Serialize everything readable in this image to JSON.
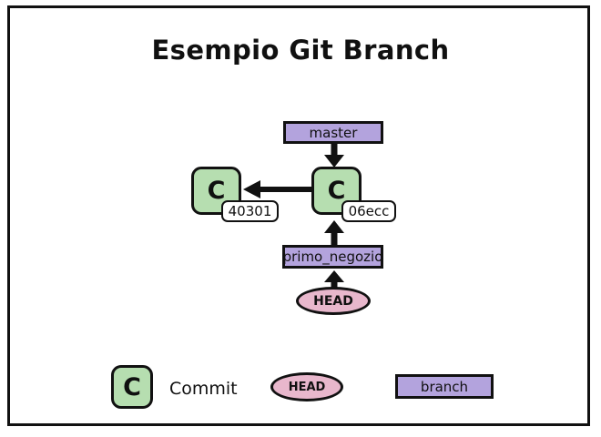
{
  "diagram": {
    "title": "Esempio Git Branch",
    "colors": {
      "commit_fill": "#b6deb0",
      "branch_fill": "#b3a3dd",
      "head_fill": "#e8b7cc",
      "stroke": "#111111",
      "background": "#ffffff"
    },
    "commits": [
      {
        "id": "commit-parent",
        "label": "C",
        "hash": "40301"
      },
      {
        "id": "commit-child",
        "label": "C",
        "hash": "06ecc"
      }
    ],
    "branches": [
      {
        "id": "branch-master",
        "label": "master"
      },
      {
        "id": "branch-primo-negozio",
        "label": "primo_negozio"
      }
    ],
    "head": {
      "label": "HEAD"
    },
    "edges": [
      {
        "from": "branch-master",
        "to": "commit-child",
        "direction": "down"
      },
      {
        "from": "commit-child",
        "to": "commit-parent",
        "direction": "left"
      },
      {
        "from": "branch-primo-negozio",
        "to": "commit-child",
        "direction": "up"
      },
      {
        "from": "head",
        "to": "branch-primo-negozio",
        "direction": "up"
      }
    ]
  },
  "legend": {
    "items": [
      {
        "key": "commit",
        "glyph": "C",
        "label": "Commit"
      },
      {
        "key": "head",
        "glyph": "HEAD",
        "label": ""
      },
      {
        "key": "branch",
        "glyph": "branch",
        "label": ""
      }
    ]
  }
}
